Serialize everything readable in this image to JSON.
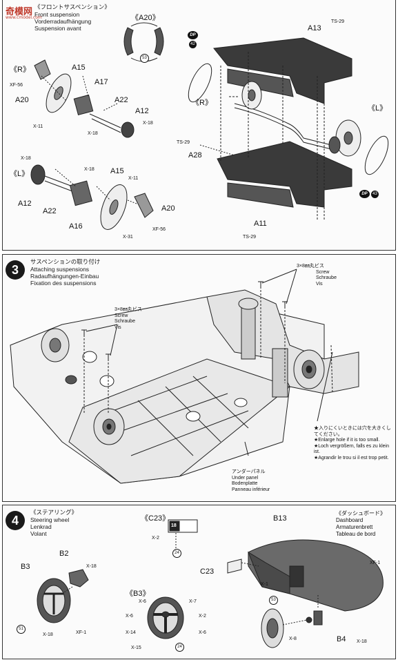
{
  "watermark": {
    "brand": "奇模网",
    "url": "www.cmodel.com"
  },
  "step2": {
    "title_jp": "《フロントサスペンション》",
    "title_en": "Front suspension",
    "title_de": "Vorderradaufhängung",
    "title_fr": "Suspension avant",
    "labels": {
      "a20_top": "《A20》",
      "r1": "《R》",
      "r2": "《R》",
      "l1": "《L》",
      "l2": "《L》",
      "a15a": "A15",
      "a17": "A17",
      "a22a": "A22",
      "a12a": "A12",
      "a20a": "A20",
      "a12b": "A12",
      "a22b": "A22",
      "a15b": "A15",
      "a16": "A16",
      "a20b": "A20",
      "a13": "A13",
      "a28": "A28",
      "a11": "A11"
    },
    "small": {
      "xf56a": "XF-56",
      "x11a": "X-11",
      "x18a": "X-18",
      "x18b": "X-18",
      "x18c": "X-18",
      "x18d": "X-18",
      "x11b": "X-11",
      "xf56b": "XF-56",
      "x31": "X-31",
      "ts29a": "TS-29",
      "ts29b": "TS-29",
      "ts29c": "TS-29"
    },
    "dp": "DP",
    "n53": "53",
    "n42": "42",
    "n43": "43"
  },
  "step3": {
    "number": "3",
    "title_jp": "サスペンションの取り付け",
    "title_en": "Attaching suspensions",
    "title_de": "Radaufhängungen-Einbau",
    "title_fr": "Fixation des suspensions",
    "screw1_jp": "3×8㎜丸ビス",
    "screw1_en": "Screw",
    "screw1_de": "Schraube",
    "screw1_fr": "Vis",
    "screw2_jp": "3×8㎜丸ビス",
    "screw2_en": "Screw",
    "screw2_de": "Schraube",
    "screw2_fr": "Vis",
    "note_jp": "★入りにくいときには穴を大きくしてください。",
    "note_en": "★Enlarge hole if it is too small.",
    "note_de": "★Loch vergrößern, falls es zu klein ist.",
    "note_fr": "★Agrandir le trou si il est trop petit.",
    "panel_jp": "アンダーパネル",
    "panel_en": "Under panel",
    "panel_de": "Bodenplatte",
    "panel_fr": "Panneau inférieur"
  },
  "step4": {
    "number": "4",
    "title_jp": "《ステアリング》",
    "title_en": "Steering wheel",
    "title_de": "Lenkrad",
    "title_fr": "Volant",
    "c23_top": "《C23》",
    "b3_top": "《B3》",
    "dash_jp": "《ダッシュボード》",
    "dash_en": "Dashboard",
    "dash_de": "Armaturenbrett",
    "dash_fr": "Tableau de bord",
    "labels": {
      "b13": "B13",
      "c23": "C23",
      "b2": "B2",
      "b3": "B3",
      "b4": "B4"
    },
    "small": {
      "x18a": "X-18",
      "x2a": "X-2",
      "x18b": "X-18",
      "xf1a": "XF-1",
      "x6a": "X-6",
      "x7": "X-7",
      "x6b": "X-6",
      "x2b": "X-2",
      "x14": "X-14",
      "x6c": "X-6",
      "x15": "X-15",
      "xf1b": "XF-1",
      "x1": "X-1",
      "x8": "X-8",
      "x18c": "X-18"
    },
    "decal": "18",
    "n24a": "24",
    "n24b": "24",
    "n51": "51",
    "n53": "53"
  }
}
